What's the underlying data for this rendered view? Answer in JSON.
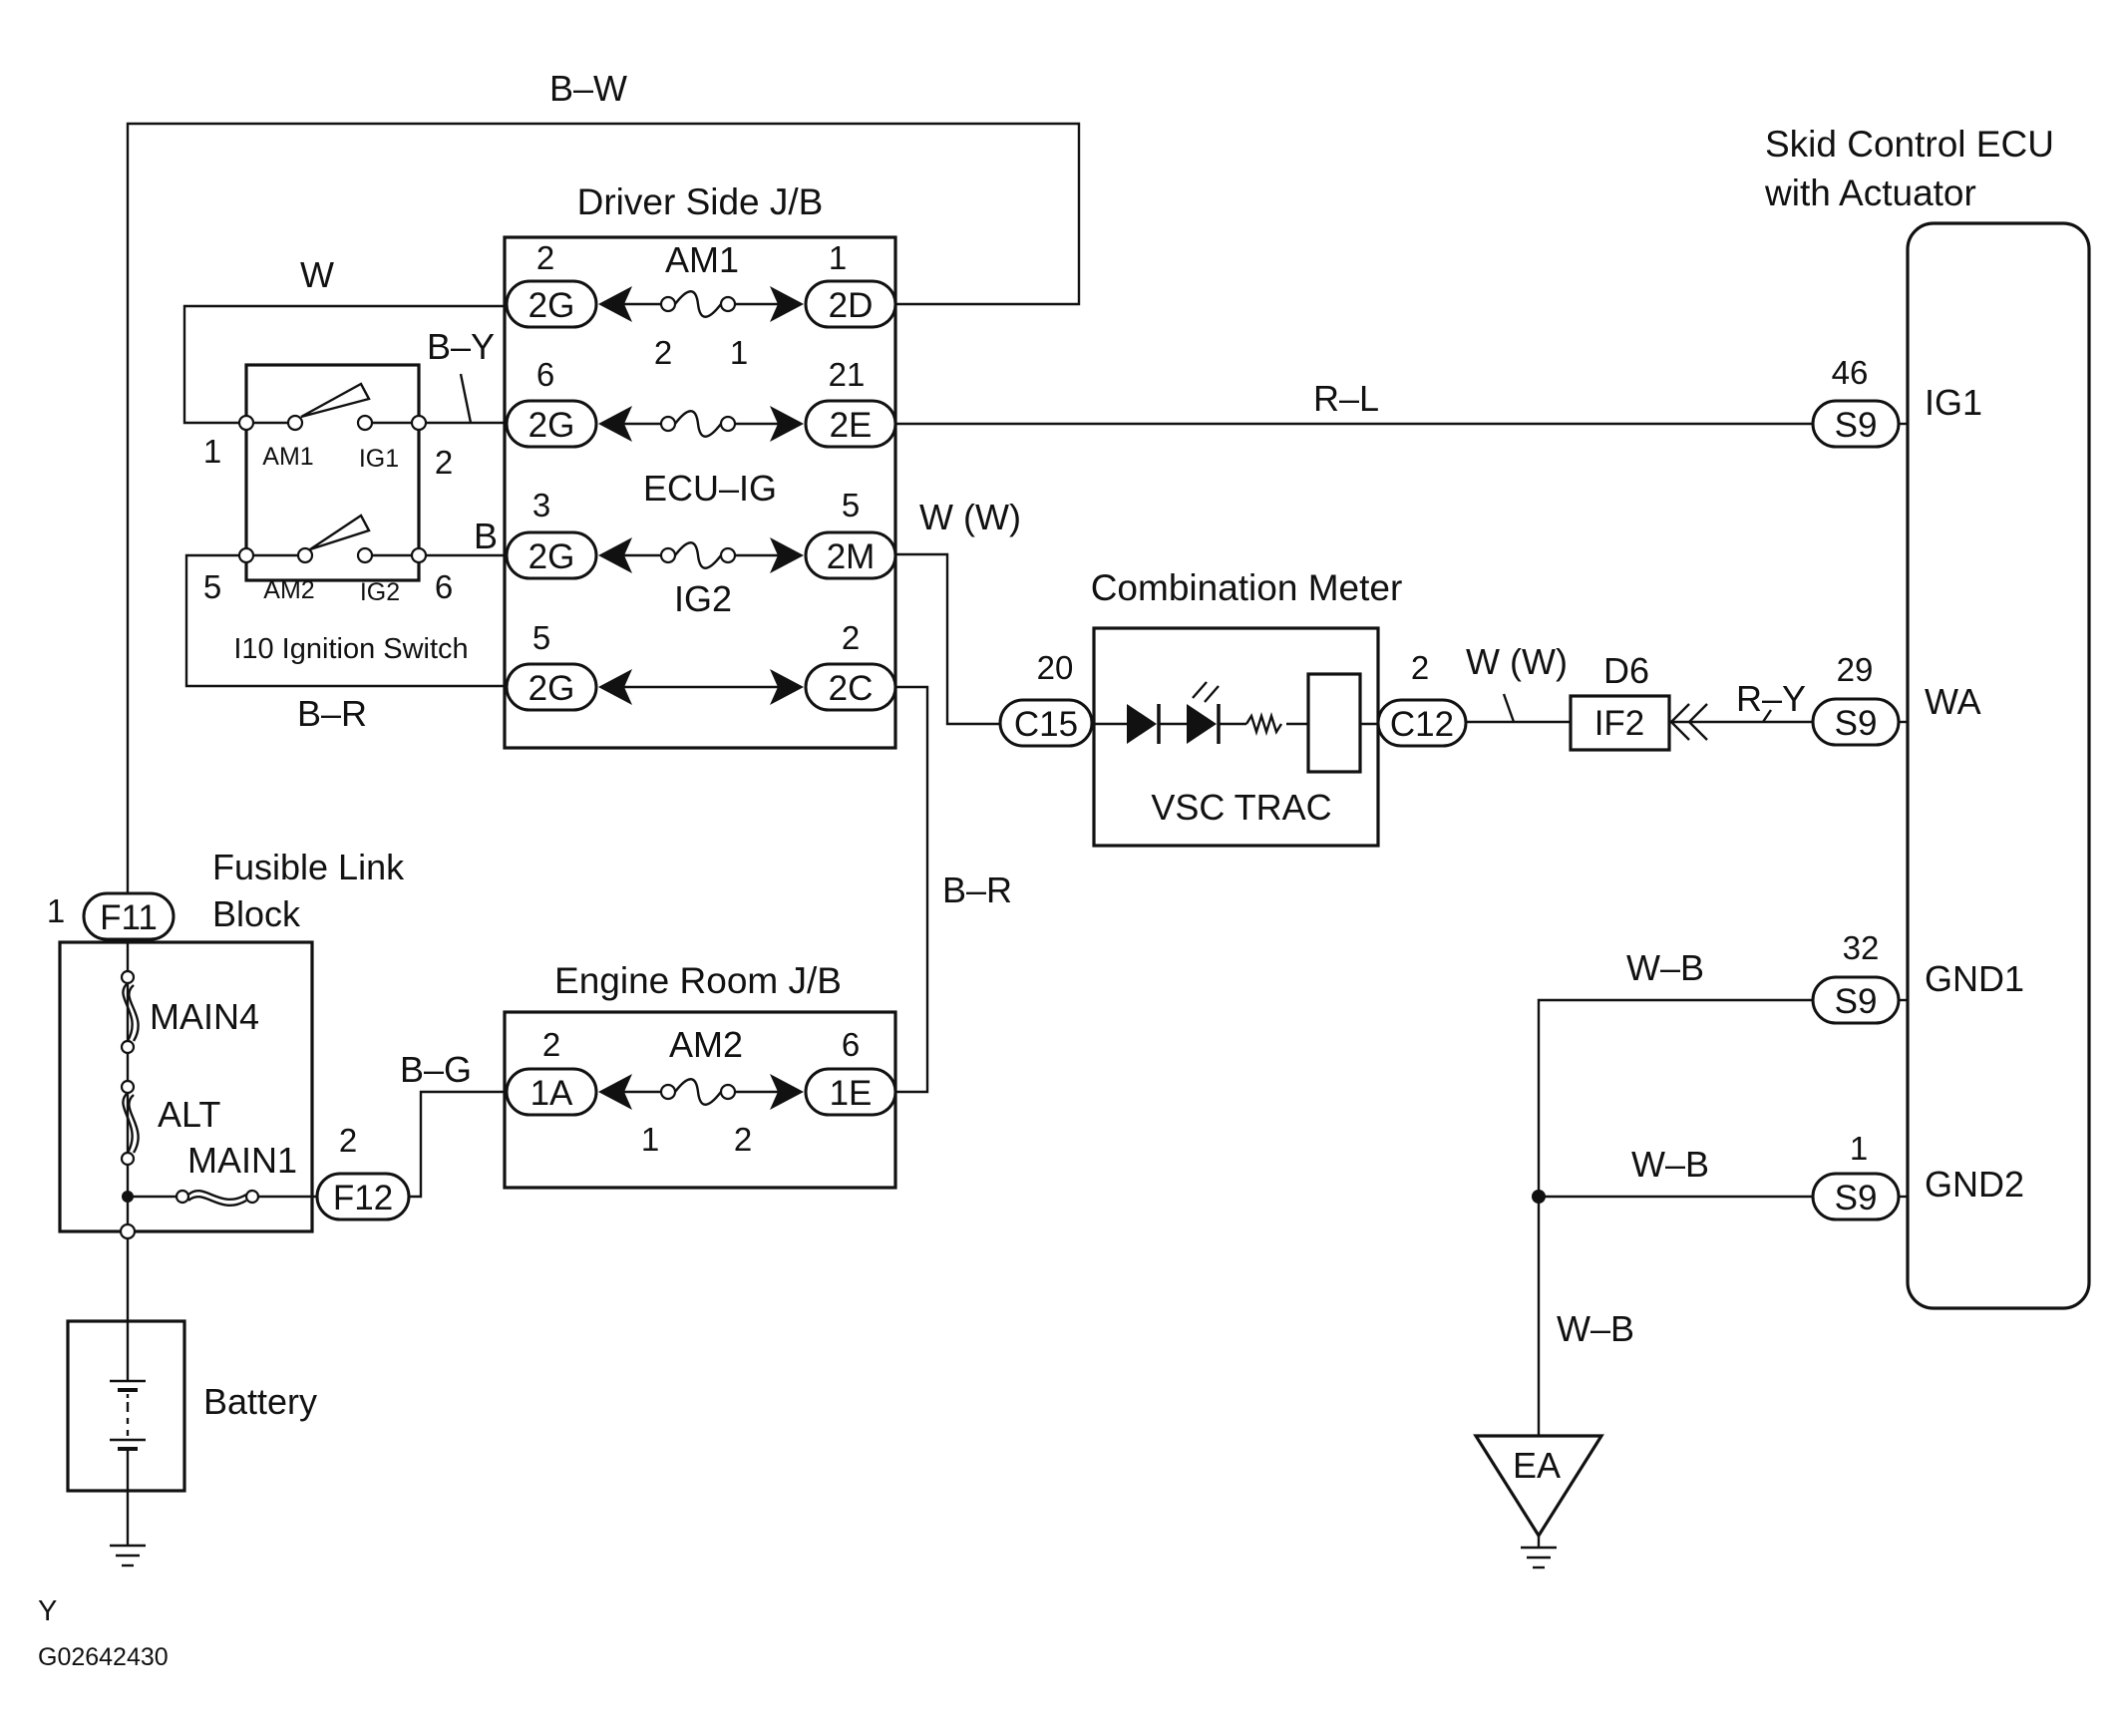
{
  "title_block": {
    "letter": "Y",
    "code": "G02642430"
  },
  "wires": {
    "bw_top": "B–W",
    "w_left": "W",
    "by": "B–Y",
    "b": "B",
    "br_left": "B–R",
    "rl": "R–L",
    "ww_2m": "W (W)",
    "br_right": "B–R",
    "bg": "B–G",
    "ww_c12": "W (W)",
    "ry": "R–Y",
    "wb_gnd1": "W–B",
    "wb_gnd2": "W–B",
    "wb_ea": "W–B"
  },
  "driver_jb": {
    "title": "Driver Side J/B",
    "fuses": [
      {
        "name": "AM1",
        "left_pin": "2",
        "left_conn": "2G",
        "right_pin": "1",
        "right_conn": "2D",
        "under_left": "2",
        "under_right": "1"
      },
      {
        "name": "",
        "left_pin": "6",
        "left_conn": "2G",
        "right_pin": "21",
        "right_conn": "2E",
        "under_left": "",
        "under_right": ""
      },
      {
        "name": "ECU–IG",
        "left_pin": "3",
        "left_conn": "2G",
        "right_pin": "5",
        "right_conn": "2M",
        "under_left": "",
        "under_right": ""
      },
      {
        "name": "IG2",
        "left_pin": "5",
        "left_conn": "2G",
        "right_pin": "2",
        "right_conn": "2C",
        "under_left": "",
        "under_right": ""
      }
    ]
  },
  "ignition_switch": {
    "caption": "I10 Ignition Switch",
    "am1": "AM1",
    "ig1": "IG1",
    "am2": "AM2",
    "ig2": "IG2",
    "pin1": "1",
    "pin2": "2",
    "pin5": "5",
    "pin6": "6"
  },
  "engine_jb": {
    "title": "Engine Room J/B",
    "fuse": "AM2",
    "left_pin": "2",
    "left_conn": "1A",
    "right_pin": "6",
    "right_conn": "1E",
    "under_left": "1",
    "under_right": "2"
  },
  "fusible_link": {
    "title_line1": "Fusible Link",
    "title_line2": "Block",
    "top_pin": "1",
    "top_conn": "F11",
    "main4": "MAIN4",
    "alt": "ALT",
    "main1": "MAIN1",
    "out_pin": "2",
    "out_conn": "F12"
  },
  "battery": {
    "label": "Battery"
  },
  "meter": {
    "title": "Combination Meter",
    "label": "VSC TRAC",
    "left_pin": "20",
    "left_conn": "C15",
    "right_pin": "2",
    "right_conn": "C12"
  },
  "relay_conn": {
    "top": "D6",
    "box": "IF2"
  },
  "ecu": {
    "title_line1": "Skid Control ECU",
    "title_line2": "with Actuator",
    "terminals": [
      {
        "pin": "46",
        "conn": "S9",
        "name": "IG1"
      },
      {
        "pin": "29",
        "conn": "S9",
        "name": "WA"
      },
      {
        "pin": "32",
        "conn": "S9",
        "name": "GND1"
      },
      {
        "pin": "1",
        "conn": "S9",
        "name": "GND2"
      }
    ]
  },
  "ground": {
    "label": "EA"
  }
}
